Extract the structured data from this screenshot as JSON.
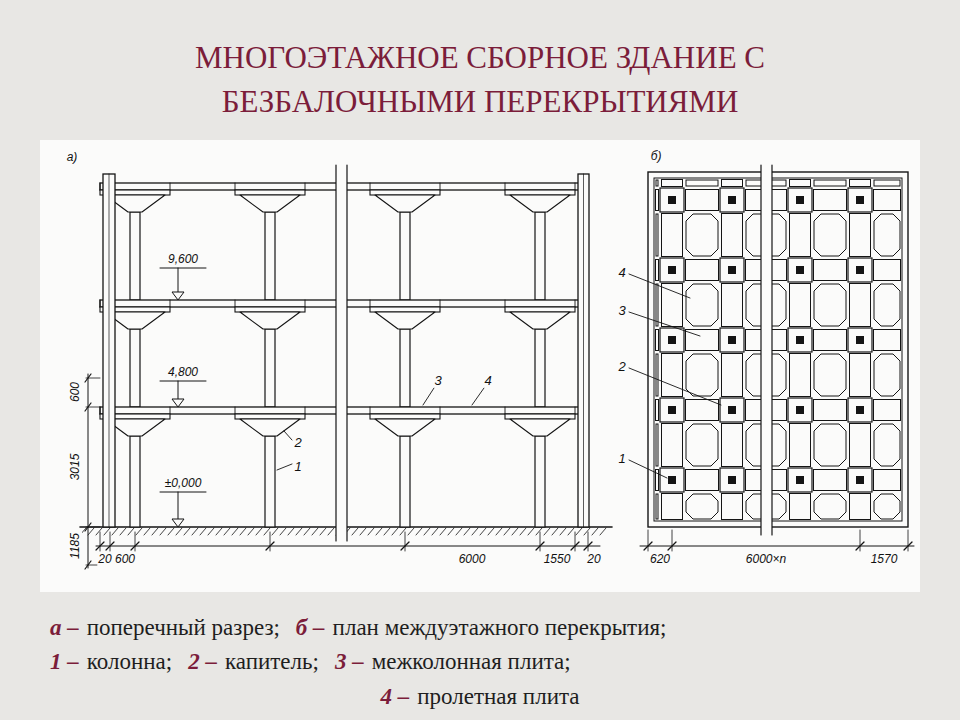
{
  "diagram": {
    "title": "МНОГОЭТАЖНОЕ СБОРНОЕ ЗДАНИЕ С БЕЗБАЛОЧНЫМИ ПЕРЕКРЫТИЯМИ",
    "labels": [
      "а)",
      "9,600",
      "4,800",
      "600",
      "3015",
      "±0,000",
      "1185",
      "1",
      "2",
      "3",
      "4",
      "20",
      "600",
      "6000",
      "1550",
      "20",
      "б)",
      "4",
      "3",
      "2",
      "1",
      "620",
      "6000×n",
      "1570",
      "а –",
      "поперечный разрез;",
      "б –",
      "план междуэтажного перекрытия;",
      "1 –",
      "колонна;",
      "2 –",
      "капитель;",
      "3 –",
      "межколонная плита;",
      "4 –",
      "пролетная плита"
    ]
  }
}
